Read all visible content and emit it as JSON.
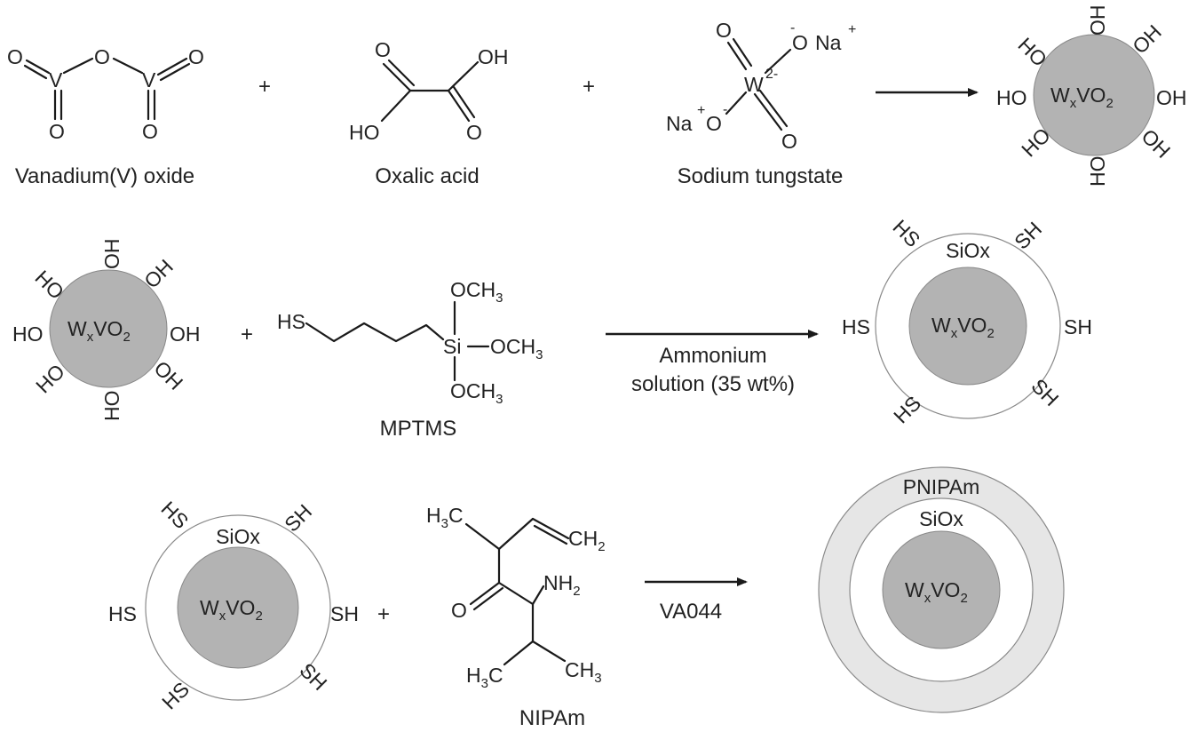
{
  "colors": {
    "core": "#b3b3b3",
    "shell": "#ffffff",
    "polymer": "#e6e6e6",
    "line": "#1a1a1a"
  },
  "plus": "+",
  "row1": {
    "v2o5": {
      "name": "Vanadium(V) oxide",
      "atom_o": "O",
      "atom_v": "V"
    },
    "oxalic": {
      "name": "Oxalic acid",
      "oh": "OH",
      "ho": "HO",
      "o": "O"
    },
    "tungstate": {
      "name": "Sodium tungstate",
      "w": "W",
      "w_charge": "2-",
      "na": "Na",
      "plus_sign": "+",
      "o": "O",
      "minus_sign": "-"
    },
    "product": {
      "core_main": "W",
      "core_sub_x": "x",
      "core_mid": "VO",
      "core_sub_2": "2",
      "oh": "OH",
      "ho": "HO"
    }
  },
  "row2": {
    "reactant": {
      "core_main": "W",
      "core_sub_x": "x",
      "core_mid": "VO",
      "core_sub_2": "2",
      "oh": "OH",
      "ho": "HO"
    },
    "mptms": {
      "name": "MPTMS",
      "hs": "HS",
      "si": "Si",
      "och3": "OCH",
      "sub3": "3"
    },
    "condition": {
      "line1": "Ammonium",
      "line2": "solution (35 wt%)"
    },
    "product": {
      "shell": "SiOx",
      "core_main": "W",
      "core_sub_x": "x",
      "core_mid": "VO",
      "core_sub_2": "2",
      "hs": "HS",
      "sh": "SH"
    }
  },
  "row3": {
    "reactant": {
      "shell": "SiOx",
      "core_main": "W",
      "core_sub_x": "x",
      "core_mid": "VO",
      "core_sub_2": "2",
      "hs": "HS",
      "sh": "SH"
    },
    "nipam": {
      "name": "NIPAm",
      "h3c": "H",
      "sub3": "3",
      "c": "C",
      "ch2": "CH",
      "sub2": "2",
      "o": "O",
      "nh2": "NH",
      "ch3": "CH"
    },
    "condition": {
      "line1": "VA044"
    },
    "product": {
      "outer": "PNIPAm",
      "shell": "SiOx",
      "core_main": "W",
      "core_sub_x": "x",
      "core_mid": "VO",
      "core_sub_2": "2"
    }
  }
}
